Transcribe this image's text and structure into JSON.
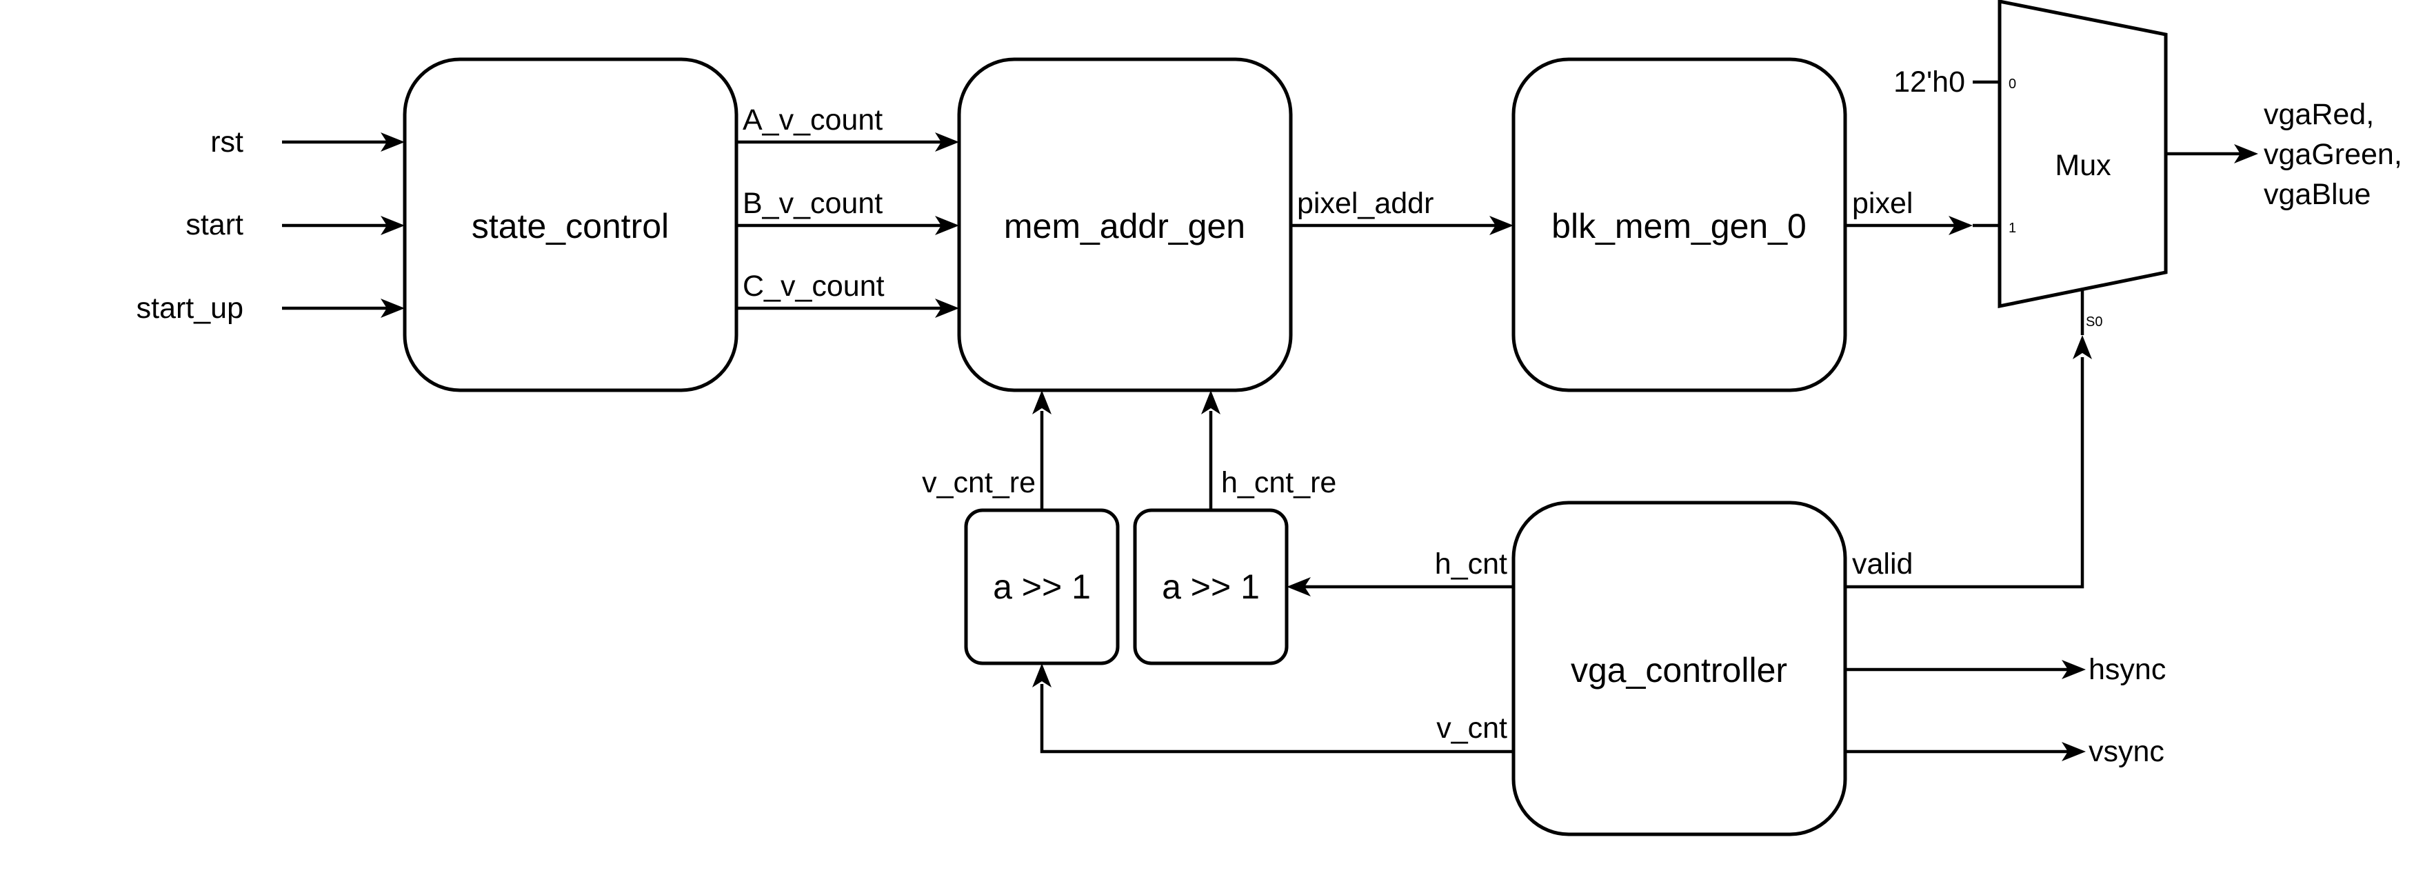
{
  "blocks": {
    "state_control": "state_control",
    "mem_addr_gen": "mem_addr_gen",
    "blk_mem_gen_0": "blk_mem_gen_0",
    "vga_controller": "vga_controller",
    "shift_v": "a >> 1",
    "shift_h": "a >> 1",
    "mux": "Mux"
  },
  "inputs": {
    "rst": "rst",
    "start": "start",
    "start_up": "start_up"
  },
  "signals": {
    "a_v_count": "A_v_count",
    "b_v_count": "B_v_count",
    "c_v_count": "C_v_count",
    "pixel_addr": "pixel_addr",
    "pixel": "pixel",
    "v_cnt_re": "v_cnt_re",
    "h_cnt_re": "h_cnt_re",
    "h_cnt": "h_cnt",
    "v_cnt": "v_cnt",
    "valid": "valid",
    "const_12h0": "12'h0"
  },
  "mux_ports": {
    "in0": "0",
    "in1": "1",
    "sel": "S0"
  },
  "outputs": {
    "vga_red": "vgaRed,",
    "vga_green": "vgaGreen,",
    "vga_blue": "vgaBlue",
    "hsync": "hsync",
    "vsync": "vsync"
  }
}
